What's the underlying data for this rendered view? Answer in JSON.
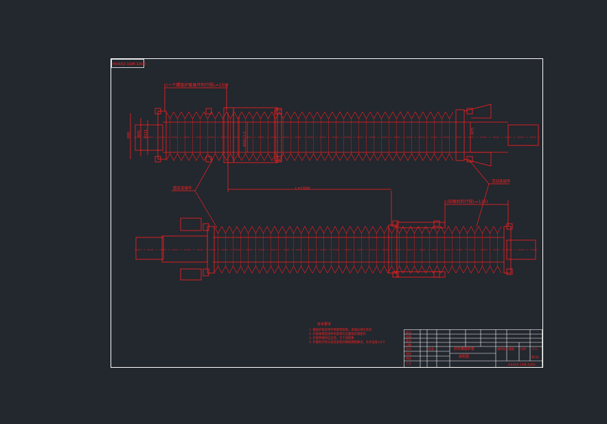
{
  "drawing": {
    "corner_tag": "HX4X2-1SM-1000",
    "top_dimension_text": "(一个螺旋护套展开的行程L=150)",
    "middle_dimension_text": "L=1000",
    "right_dimension_text": "(压缩后的行程L=125)",
    "left_label": "固定连接件",
    "right_label": "活动连接件",
    "vert_dims_top": [
      "Φ80",
      "Φ95",
      "Φ115"
    ],
    "inner_dim_top": "Φ58×1.5",
    "right_dim_top": "Φ75",
    "notes_title": "技术要求",
    "notes": [
      "1. 螺旋护套采用不锈钢带绕制，表面光滑无毛刺",
      "2. 护套两端连接件的安装孔位置按实物配作",
      "3. 护套伸缩时应灵活、无卡滞现象",
      "4. 护套的外径公差及安装间隙按图纸要求，允许误差±0.5"
    ],
    "title_block": {
      "title_line1": "丝杠螺旋护套",
      "title_line2": "装配图",
      "drawing_no": "HX4X2-1SM-1000",
      "scale": "1:1",
      "sheet": "第1张",
      "left_labels": [
        "设计",
        "校核",
        "审核",
        "工艺",
        "批准"
      ],
      "mid_labels": [
        "标记",
        "处数",
        "签字",
        "日期"
      ],
      "right_labels": [
        "图样标记",
        "重量",
        "比例"
      ]
    }
  }
}
